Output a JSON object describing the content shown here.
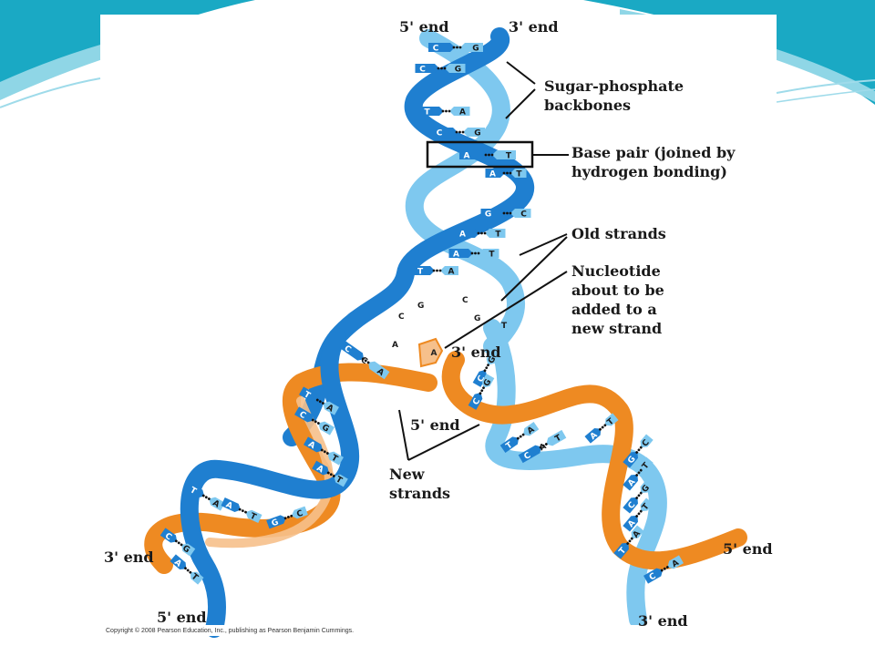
{
  "labels": {
    "top_5_end": "5' end",
    "top_3_end": "3' end",
    "backbones": "Sugar-phosphate\nbackbones",
    "base_pair": "Base pair (joined by\nhydrogen bonding)",
    "old_strands": "Old strands",
    "nucleotide": "Nucleotide\nabout to be\nadded to a\nnew strand",
    "fork_3_end": "3' end",
    "fork_5_end": "5' end",
    "new_strands": "New\nstrands",
    "left_3_end": "3' end",
    "left_5_end": "5' end",
    "right_5_end": "5' end",
    "right_3_end": "3' end"
  },
  "copyright": "Copyright © 2008 Pearson Education, Inc., publishing as Pearson Benjamin Cummings.",
  "base_pairs": {
    "top": [
      [
        "C",
        "G"
      ],
      [
        "C",
        "G"
      ],
      [
        "T",
        "A"
      ],
      [
        "C",
        "G"
      ],
      [
        "A",
        "T"
      ],
      [
        "A",
        "T"
      ],
      [
        "G",
        "C"
      ],
      [
        "A",
        "T"
      ],
      [
        "A",
        "T"
      ],
      [
        "T",
        "A"
      ]
    ],
    "fork_top": [
      "G",
      "C",
      "C",
      "G",
      "A",
      "T"
    ],
    "left_arm": [
      [
        "C",
        "C",
        "A"
      ],
      [
        "T",
        "A"
      ],
      [
        "C",
        "G"
      ],
      [
        "A",
        "T"
      ],
      [
        "A",
        "T"
      ],
      [
        "T",
        "A"
      ],
      [
        "A",
        "T"
      ],
      [
        "G",
        "C"
      ],
      [
        "C",
        "G"
      ],
      [
        "A",
        "T"
      ]
    ],
    "right_arm": [
      [
        "C",
        "G"
      ],
      [
        "C",
        "G"
      ],
      [
        "T",
        "A"
      ],
      [
        "C",
        "A",
        "T"
      ],
      [
        "A",
        "T"
      ],
      [
        "G",
        "C"
      ],
      [
        "A",
        "T"
      ],
      [
        "C",
        "G"
      ],
      [
        "A",
        "T"
      ],
      [
        "T",
        "A"
      ],
      [
        "C",
        "A"
      ]
    ],
    "free_nucleotide": "A"
  },
  "colors": {
    "old_strand": "#1f7fd0",
    "old_strand_light": "#7ec8ef",
    "new_strand": "#ee8a22",
    "new_strand_light": "#f6c08b",
    "bg_teal": "#1aa9c4"
  }
}
